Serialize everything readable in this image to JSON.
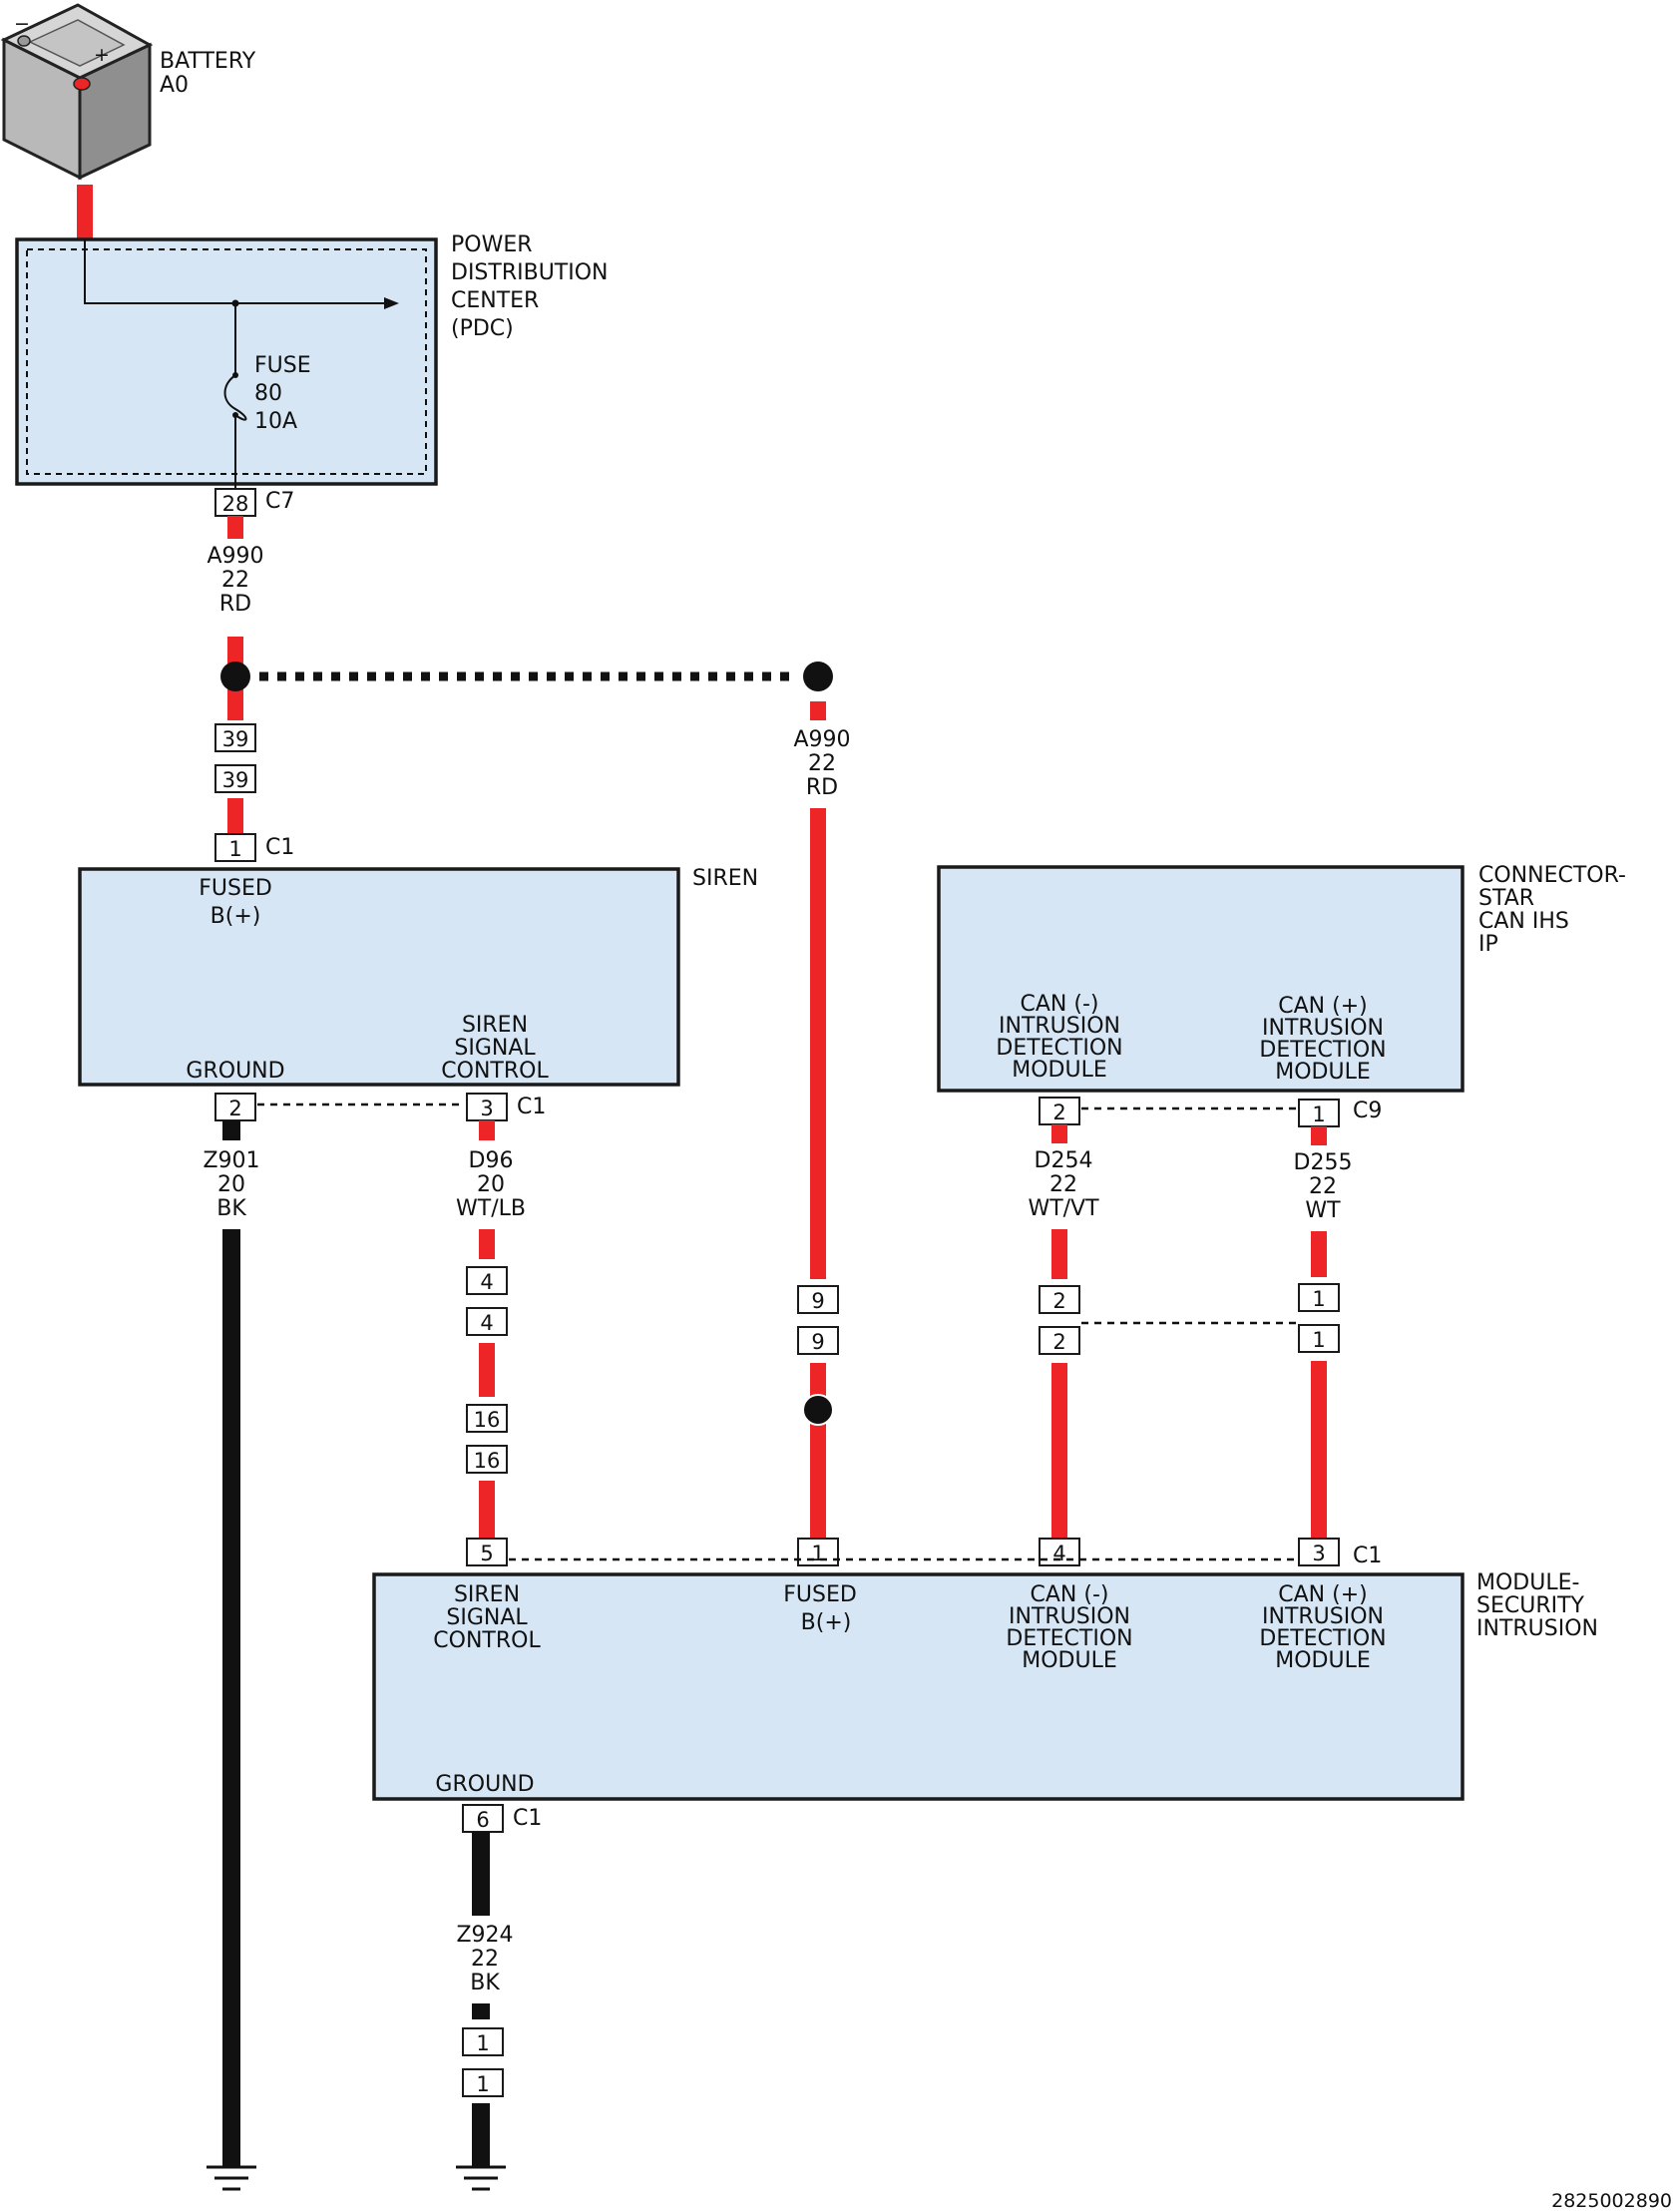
{
  "battery": {
    "name": "BATTERY",
    "id": "A0"
  },
  "pdc": {
    "lines": [
      "POWER",
      "DISTRIBUTION",
      "CENTER",
      "(PDC)"
    ],
    "fuse": [
      "FUSE",
      "80",
      "10A"
    ],
    "pin": "28",
    "connector": "C7"
  },
  "wires": {
    "a990_left": [
      "A990",
      "22",
      "RD"
    ],
    "a990_right": [
      "A990",
      "22",
      "RD"
    ],
    "z901": [
      "Z901",
      "20",
      "BK"
    ],
    "d96": [
      "D96",
      "20",
      "WT/LB"
    ],
    "d254": [
      "D254",
      "22",
      "WT/VT"
    ],
    "d255": [
      "D255",
      "22",
      "WT"
    ],
    "z924": [
      "Z924",
      "22",
      "BK"
    ]
  },
  "inline_pins": {
    "a990_left_top": "39",
    "a990_left_bottom": "39",
    "d96_a_top": "4",
    "d96_a_bottom": "4",
    "d96_b_top": "16",
    "d96_b_bottom": "16",
    "a990_right_top": "9",
    "a990_right_bottom": "9",
    "d254_top": "2",
    "d254_bottom": "2",
    "d255_top": "1",
    "d255_bottom": "1",
    "z924_top": "1",
    "z924_bottom": "1"
  },
  "siren": {
    "title": "SIREN",
    "fused": [
      "FUSED",
      "B(+)"
    ],
    "ground": "GROUND",
    "signal": [
      "SIREN",
      "SIGNAL",
      "CONTROL"
    ],
    "pin_top": "1",
    "pin_ground": "2",
    "pin_signal": "3",
    "connector_top": "C1",
    "connector_bottom": "C1"
  },
  "connector_star": {
    "title": [
      "CONNECTOR-",
      "STAR",
      "CAN IHS",
      "IP"
    ],
    "can_minus": [
      "CAN (-)",
      "INTRUSION",
      "DETECTION",
      "MODULE"
    ],
    "can_plus": [
      "CAN (+)",
      "INTRUSION",
      "DETECTION",
      "MODULE"
    ],
    "pin_minus": "2",
    "pin_plus": "1",
    "connector": "C9"
  },
  "security_module": {
    "title": [
      "MODULE-",
      "SECURITY",
      "INTRUSION"
    ],
    "siren_signal": [
      "SIREN",
      "SIGNAL",
      "CONTROL"
    ],
    "fused": [
      "FUSED",
      "B(+)"
    ],
    "can_minus": [
      "CAN (-)",
      "INTRUSION",
      "DETECTION",
      "MODULE"
    ],
    "can_plus": [
      "CAN (+)",
      "INTRUSION",
      "DETECTION",
      "MODULE"
    ],
    "ground": "GROUND",
    "pin_siren": "5",
    "pin_fused": "1",
    "pin_can_minus": "4",
    "pin_can_plus": "3",
    "pin_ground": "6",
    "connector_top": "C1",
    "connector_ground": "C1"
  },
  "figure_id": "2825002890",
  "colors": {
    "wire_red": "#ee2526",
    "wire_black": "#111111",
    "module_fill": "#d6e6f5"
  }
}
